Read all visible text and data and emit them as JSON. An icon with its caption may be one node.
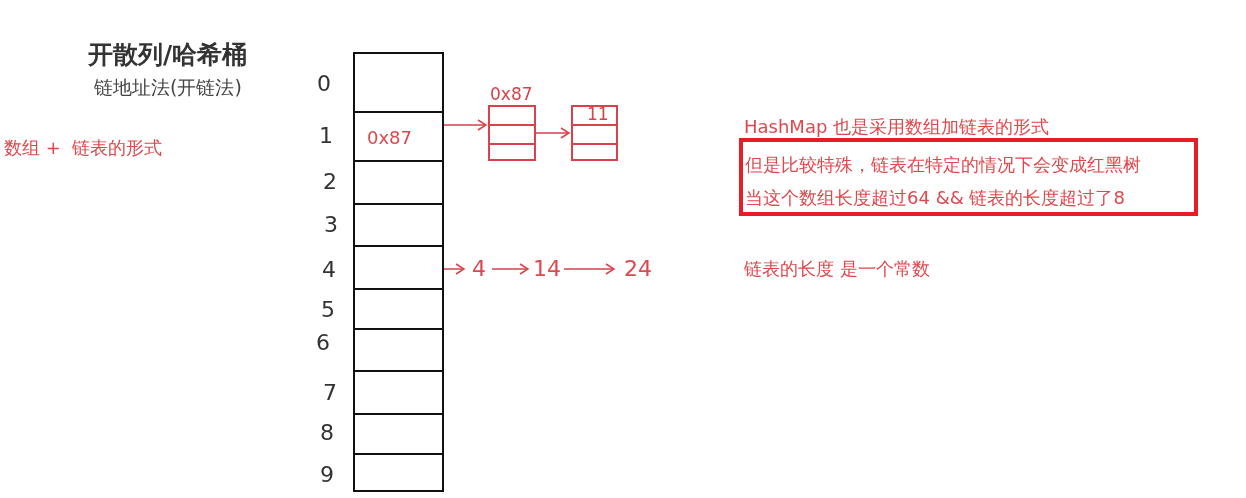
{
  "diagram": {
    "title": "开散列/哈希桶",
    "nodes": [
      {
        "text": [],
        "shape": "box"
      },
      {
        "text": [
          "0x87"
        ]
      },
      {
        "text": [],
        "shape": "box"
      },
      {
        "text": [],
        "shape": "box"
      },
      {
        "text": [],
        "shape": "box"
      },
      {
        "text": [],
        "shape": "box"
      },
      {
        "text": [],
        "shape": "box"
      },
      {
        "text": [],
        "shape": "box"
      },
      {
        "text": [],
        "shape": "box"
      },
      {
        "text": [],
        "shape": "box"
      },
      {
        "text": [
          "0x87"
        ]
      },
      {
        "text": [
          "11"
        ]
      },
      {
        "text": [
          "4"
        ]
      },
      {
        "text": [
          "14"
        ]
      },
      {
        "text": [
          "24"
        ]
      },
      {
        "text": [
          "但是比较特殊，链表在特定的情况下会变成红黑树",
          "当这个数组长度超过64 && 链表的长度超过了8"
        ]
      }
    ],
    "edges": [
      {
        "from": 1,
        "to": 10,
        "arrow": "to"
      },
      {
        "from": 10,
        "to": 11,
        "arrow": "to"
      },
      {
        "from": 4,
        "to": 12,
        "arrow": "to"
      },
      {
        "from": 12,
        "to": 13,
        "arrow": "to"
      },
      {
        "from": 13,
        "to": 14,
        "arrow": "to"
      }
    ],
    "labels": [
      "链地址法(开链法)",
      "0",
      "1",
      "2",
      "3",
      "4",
      "5",
      "6",
      "7",
      "8",
      "9",
      "数组 +  链表的形式",
      "HashMap 也是采用数组加链表的形式",
      "链表的长度 是一个常数"
    ]
  }
}
